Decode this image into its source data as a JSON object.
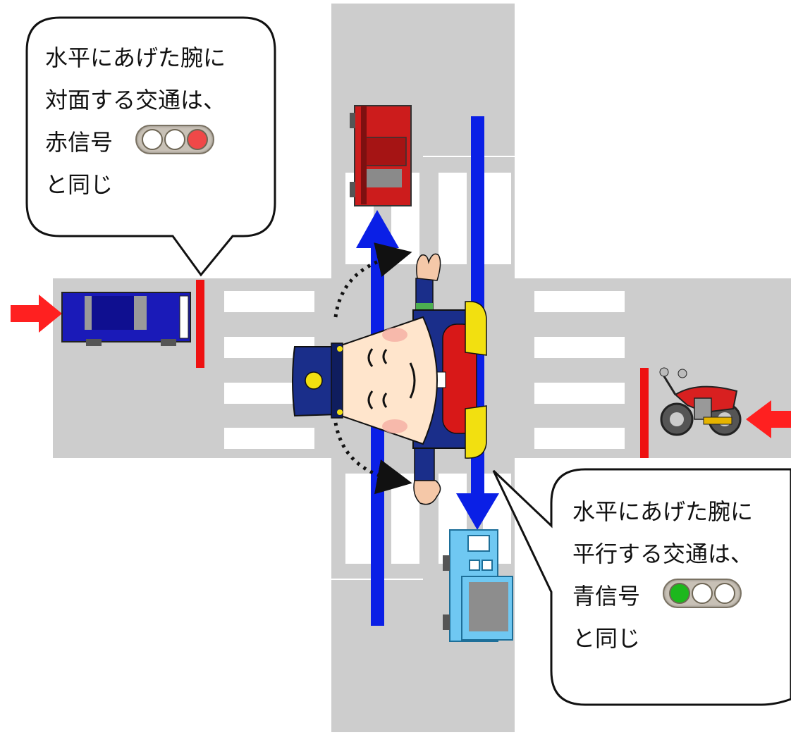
{
  "bubble_left": {
    "lines": [
      "水平にあげた腕に",
      "対面する交通は、",
      "赤信号",
      "と同じ"
    ],
    "signal_lamps": [
      "#ffffff",
      "#ffffff",
      "#f04848"
    ]
  },
  "bubble_right": {
    "lines": [
      "水平にあげた腕に",
      "平行する交通は、",
      "青信号",
      "と同じ"
    ],
    "signal_lamps": [
      "#1db81d",
      "#ffffff",
      "#ffffff"
    ]
  },
  "colors": {
    "road": "#cdcdcd",
    "crosswalk": "#ffffff",
    "flow_arrow": "#0a1fe6",
    "stop_line": "#ee1111",
    "approach_arrow": "#ff2020",
    "car_top": "#cc1c1c",
    "car_left": "#1a1ab8",
    "bus": "#6fc8f2",
    "motorcycle": "#d82020",
    "officer_uniform": "#1a2e8a"
  }
}
